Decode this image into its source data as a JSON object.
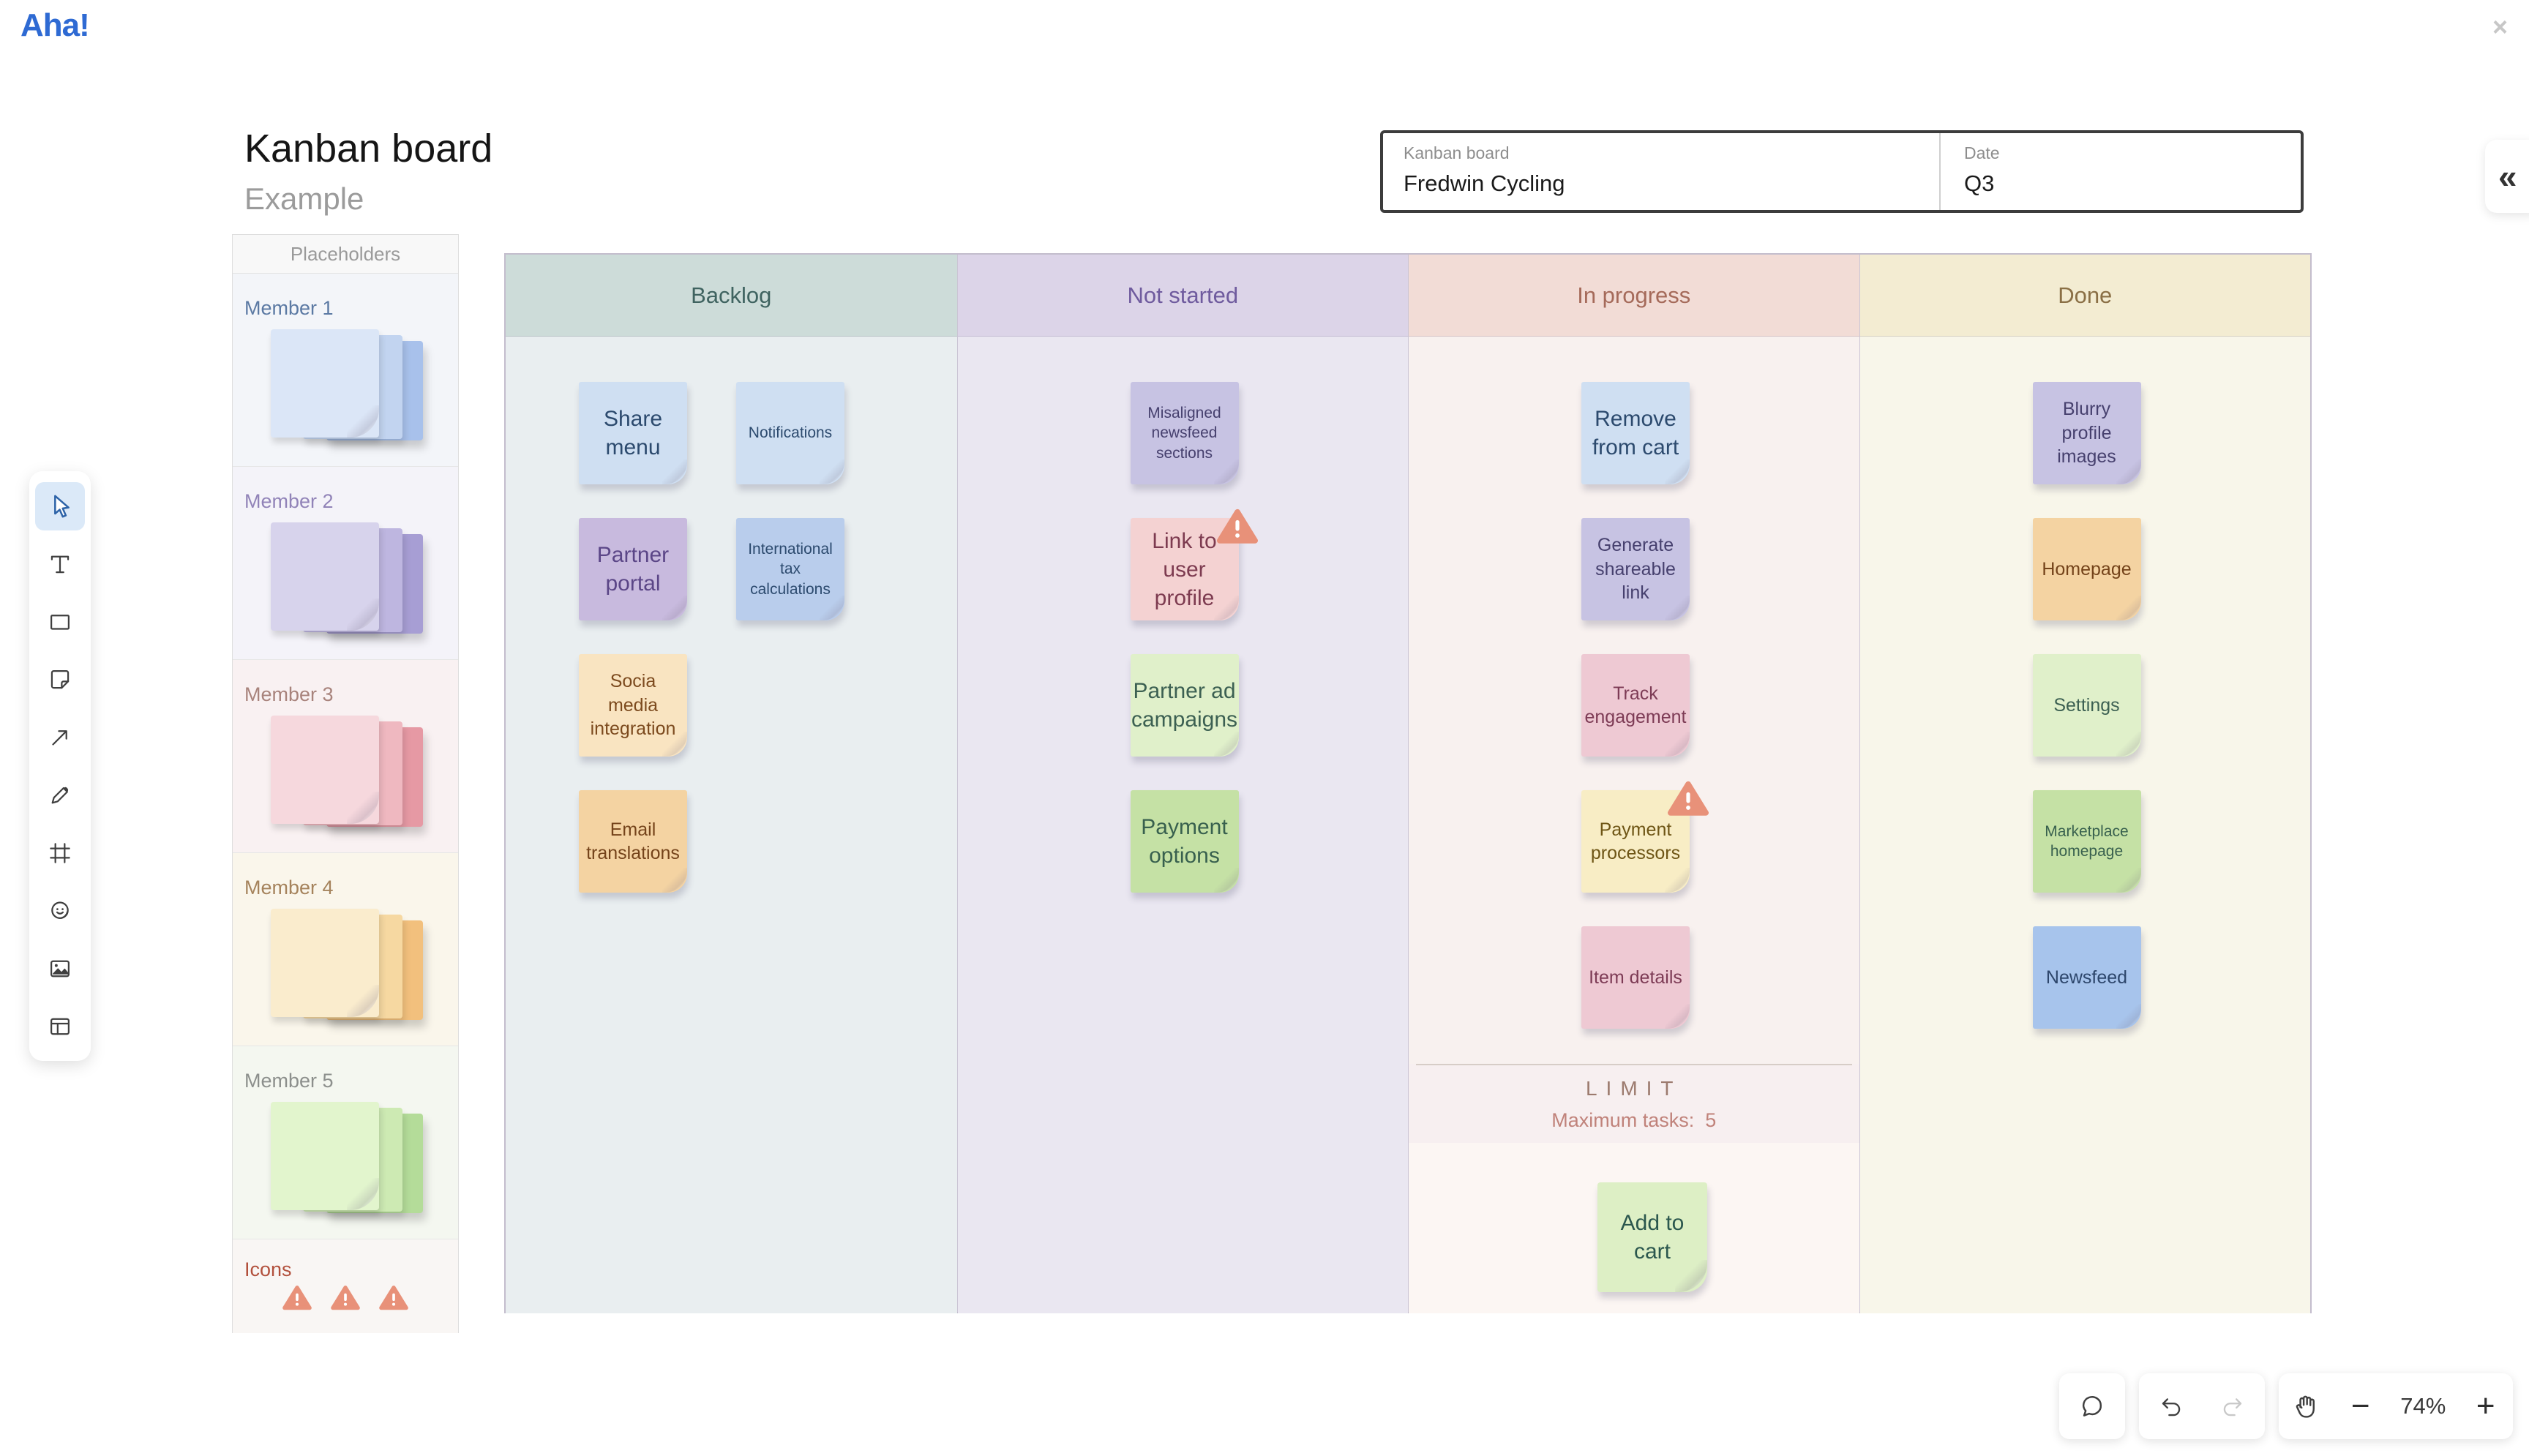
{
  "app": {
    "logo": "Aha!",
    "close_icon": "×",
    "collapse_icon": "«"
  },
  "page": {
    "title": "Kanban board",
    "subtitle": "Example"
  },
  "meta_panel": {
    "fields": [
      {
        "label": "Kanban board",
        "value": "Fredwin Cycling"
      },
      {
        "label": "Date",
        "value": "Q3"
      }
    ]
  },
  "palette_panel": {
    "title": "Placeholders",
    "members": [
      {
        "label": "Member 1",
        "color": "blue"
      },
      {
        "label": "Member 2",
        "color": "purple"
      },
      {
        "label": "Member 3",
        "color": "pink"
      },
      {
        "label": "Member 4",
        "color": "yellow"
      },
      {
        "label": "Member 5",
        "color": "green"
      }
    ],
    "icons_section": {
      "label": "Icons",
      "warning_count": 3
    }
  },
  "toolbar": {
    "active_tool": "select",
    "tools": [
      "select",
      "text",
      "shape",
      "sticky-note",
      "arrow",
      "pen",
      "frame",
      "sticker",
      "image",
      "layout"
    ]
  },
  "board": {
    "columns": [
      {
        "title": "Backlog",
        "theme": "teal",
        "two_columns": true,
        "stickies": [
          {
            "text": "Share menu",
            "color": "blue",
            "row": 0,
            "col": 0,
            "size": "large"
          },
          {
            "text": "Notifications",
            "color": "blue",
            "row": 0,
            "col": 1,
            "size": "small"
          },
          {
            "text": "Partner portal",
            "color": "purple",
            "row": 1,
            "col": 0,
            "size": "large"
          },
          {
            "text": "International tax calculations",
            "color": "blue2",
            "row": 1,
            "col": 1,
            "size": "small"
          },
          {
            "text": "Socia media integration",
            "color": "cream",
            "row": 2,
            "col": 0,
            "size": "medium"
          },
          {
            "text": "Email translations",
            "color": "orange",
            "row": 3,
            "col": 0,
            "size": "medium"
          }
        ]
      },
      {
        "title": "Not started",
        "theme": "purple",
        "stickies": [
          {
            "text": "Misaligned newsfeed sections",
            "color": "lavender",
            "row": 0,
            "size": "small"
          },
          {
            "text": "Link to user profile",
            "color": "pinklight",
            "row": 1,
            "size": "large",
            "warning": true
          },
          {
            "text": "Partner ad campaigns",
            "color": "greenlight",
            "row": 2,
            "size": "large"
          },
          {
            "text": "Payment options",
            "color": "green",
            "row": 3,
            "size": "large"
          }
        ]
      },
      {
        "title": "In progress",
        "theme": "red",
        "stickies": [
          {
            "text": "Remove from cart",
            "color": "blue",
            "row": 0,
            "size": "large"
          },
          {
            "text": "Generate shareable link",
            "color": "lavender",
            "row": 1,
            "size": "medium"
          },
          {
            "text": "Track engagement",
            "color": "pink",
            "row": 2,
            "size": "medium"
          },
          {
            "text": "Payment processors",
            "color": "paleyellow",
            "row": 3,
            "size": "medium",
            "warning": true
          },
          {
            "text": "Item details",
            "color": "pink",
            "row": 4,
            "size": "medium"
          }
        ],
        "limit": {
          "heading": "LIMIT",
          "text": "Maximum tasks:",
          "value": "5"
        },
        "extra_sticky": {
          "text": "Add to cart",
          "color": "greenlight2",
          "size": "large"
        }
      },
      {
        "title": "Done",
        "theme": "cream",
        "stickies": [
          {
            "text": "Blurry profile images",
            "color": "lavender",
            "row": 0,
            "size": "medium"
          },
          {
            "text": "Homepage",
            "color": "orange",
            "row": 1,
            "size": "medium"
          },
          {
            "text": "Settings",
            "color": "greenlight",
            "row": 2,
            "size": "medium"
          },
          {
            "text": "Marketplace homepage",
            "color": "green",
            "row": 3,
            "size": "small"
          },
          {
            "text": "Newsfeed",
            "color": "blue3",
            "row": 4,
            "size": "medium"
          }
        ]
      }
    ]
  },
  "controls": {
    "zoom_level": "74%",
    "minus": "−",
    "plus": "+"
  },
  "colors": {
    "accent_blue": "#2e6ad3",
    "warning": "#e89179",
    "icons_label": "#b2503c",
    "sticky_palette": {
      "blue": {
        "bg": "#cfdff2",
        "text": "#2c4a6e"
      },
      "blue2": {
        "bg": "#b9cdec",
        "text": "#2c4a6e"
      },
      "blue3": {
        "bg": "#a7c4ec",
        "text": "#2d466b"
      },
      "lavender": {
        "bg": "#c7c3e3",
        "text": "#46406e"
      },
      "purple": {
        "bg": "#c8bade",
        "text": "#5b4687"
      },
      "pinklight": {
        "bg": "#f4d2d2",
        "text": "#7d3b50"
      },
      "pink": {
        "bg": "#eec9d3",
        "text": "#7d3b55"
      },
      "cream": {
        "bg": "#f9e4c1",
        "text": "#7c4a1e"
      },
      "orange": {
        "bg": "#f4d3a2",
        "text": "#74431a"
      },
      "paleyellow": {
        "bg": "#f8edc5",
        "text": "#6e5515"
      },
      "greenlight": {
        "bg": "#e0f0ca",
        "text": "#3c6052"
      },
      "green": {
        "bg": "#c5e1a5",
        "text": "#38604e"
      },
      "greenlight2": {
        "bg": "#ddefc5",
        "text": "#2b574e"
      }
    },
    "column_themes": {
      "teal": {
        "header": "#cddcd9",
        "title": "#3f6360",
        "body": "#e9eef0"
      },
      "purple": {
        "header": "#dcd4e8",
        "title": "#6f5b9e",
        "body": "#eae7f1"
      },
      "red": {
        "header": "#f2dcd6",
        "title": "#a56a5a",
        "body": "#f8f1ef",
        "limit_bg": "#f7eff0",
        "limit_heading": "#9c7a6e",
        "limit_text": "#c0827a",
        "lower_bg": "#fcf6f3"
      },
      "cream": {
        "header": "#f3ecd2",
        "title": "#8a6f45",
        "body": "#f8f6ea"
      }
    },
    "member_themes": {
      "blue": {
        "section_bg": "#f3f5f9",
        "label": "#5b79a3",
        "shades": [
          "#dbe6f7",
          "#c2d4f0",
          "#a8c1eb"
        ]
      },
      "purple": {
        "section_bg": "#f4f3f9",
        "label": "#9183b8",
        "shades": [
          "#d7d3ec",
          "#beb6e0",
          "#a79ed4"
        ]
      },
      "pink": {
        "section_bg": "#f9f1f2",
        "label": "#a8837c",
        "shades": [
          "#f6d8dd",
          "#efb8c0",
          "#e699a4"
        ]
      },
      "yellow": {
        "section_bg": "#faf6eb",
        "label": "#a5835c",
        "shades": [
          "#faeccd",
          "#f6d8a1",
          "#f2c07d"
        ]
      },
      "green": {
        "section_bg": "#f4f7f0",
        "label": "#8c8f8c",
        "shades": [
          "#e2f5cd",
          "#cdeab3",
          "#b4dc99"
        ]
      }
    }
  }
}
